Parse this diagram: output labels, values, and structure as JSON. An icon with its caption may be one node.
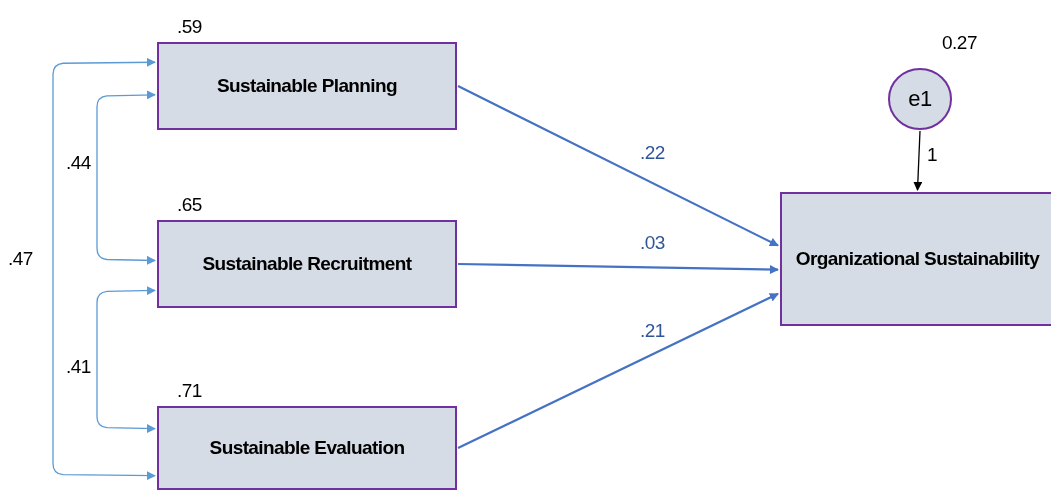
{
  "diagram": {
    "nodes": [
      {
        "text": [
          "Sustainable Planning"
        ],
        "beside": [
          ".59"
        ]
      },
      {
        "text": [
          "Sustainable Recruitment"
        ],
        "beside": [
          ".65"
        ]
      },
      {
        "text": [
          "Sustainable Evaluation"
        ],
        "beside": [
          ".71"
        ]
      },
      {
        "text": [
          "e1"
        ],
        "beside": [
          "0.27"
        ]
      },
      {
        "text": [
          "Organizational Sustainability"
        ]
      }
    ],
    "edges": [
      {
        "from": 0,
        "to": 4,
        "arrow": "to",
        "label": ".22"
      },
      {
        "from": 1,
        "to": 4,
        "arrow": "to",
        "label": ".03"
      },
      {
        "from": 2,
        "to": 4,
        "arrow": "to",
        "label": ".21"
      },
      {
        "from": 3,
        "to": 4,
        "arrow": "to",
        "label": "1",
        "color": "#000000"
      },
      {
        "from": 0,
        "to": 1,
        "arrow": "both",
        "label": ".44",
        "color": "#5b9bd5"
      },
      {
        "from": 1,
        "to": 2,
        "arrow": "both",
        "label": ".41",
        "color": "#5b9bd5"
      },
      {
        "from": 0,
        "to": 2,
        "arrow": "both",
        "label": ".47",
        "color": "#5b9bd5"
      }
    ]
  }
}
